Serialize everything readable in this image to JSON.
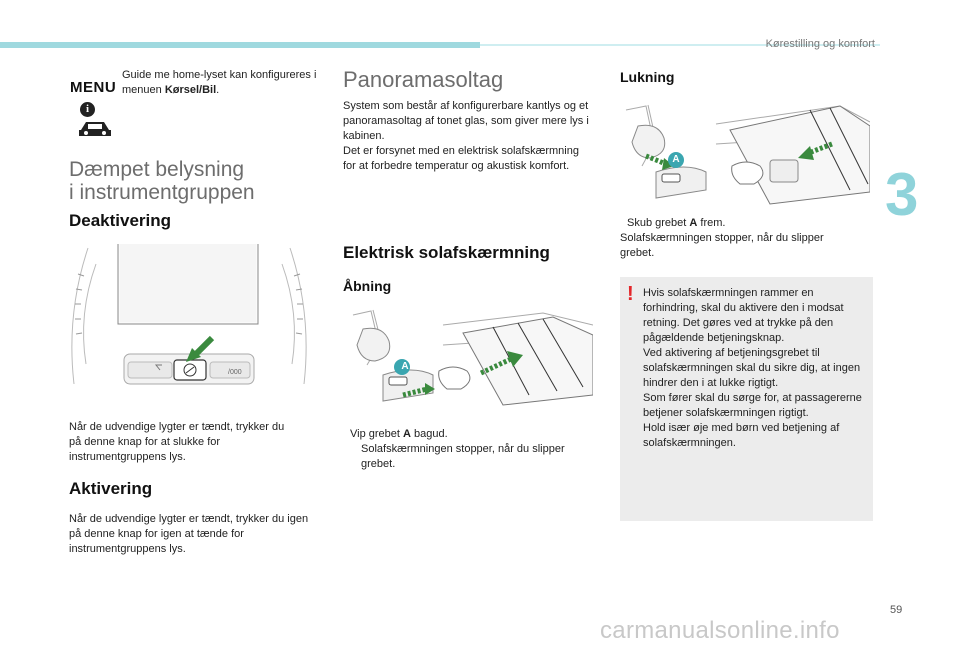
{
  "header": {
    "section_title": "Kørestilling og komfort",
    "chapter_number": "3",
    "page_number": "59",
    "watermark": "carmanualsonline.info"
  },
  "menu_note": {
    "menu_label": "MENU",
    "text_before": "Guide me home-lyset kan konfigureres i menuen ",
    "bold_path": "Kørsel/Bil",
    "text_after": ".",
    "info_glyph": "i"
  },
  "dimming": {
    "title_line1": "Dæmpet belysning",
    "title_line2": "i instrumentgruppen",
    "deactivation": {
      "heading": "Deaktivering",
      "text": "Når de udvendige lygter er tændt, trykker du på denne knap for at slukke for instrumentgruppens lys."
    },
    "activation": {
      "heading": "Aktivering",
      "text": "Når de udvendige lygter er tændt, trykker du igen på denne knap for igen at tænde for instrumentgruppens lys."
    },
    "figure": {
      "button_icon": "dimmer-button-icon",
      "arrow_color": "#3a8a3e"
    }
  },
  "panorama": {
    "title": "Panoramasoltag",
    "intro": "System som består af konfigurerbare kantlys og et panoramasoltag af tonet glas, som giver mere lys i kabinen.\nDet er forsynet med en elektrisk solafskærmning for at forbedre temperatur og akustisk komfort.",
    "blind_heading": "Elektrisk solafskærmning",
    "opening": {
      "heading": "Åbning",
      "bullet": "",
      "step_before": "Vip grebet ",
      "step_bold": "A",
      "step_after": " bagud.",
      "result": "Solafskærmningen stopper, når du slipper grebet.",
      "callout": "A"
    },
    "closing": {
      "heading": "Lukning",
      "bullet": "",
      "step_before": "Skub grebet ",
      "step_bold": "A",
      "step_after": " frem.",
      "result": "Solafskærmningen stopper, når du slipper grebet.",
      "callout": "A"
    }
  },
  "warning": {
    "icon": "!",
    "text": "Hvis solafskærmningen rammer en forhindring, skal du aktivere den i modsat retning. Det gøres ved at trykke på den pågældende betjeningsknap.\nVed aktivering af betjeningsgrebet til solafskærmningen skal du sikre dig, at ingen hindrer den i at lukke rigtigt.\nSom fører skal du sørge for, at passagererne betjener solafskærmningen rigtigt.\nHold især øje med børn ved betjening af solafskærmningen."
  },
  "colors": {
    "accent_bar": "#9fd9df",
    "chapter_number": "#8fd3da",
    "callout_teal": "#3aa6b0",
    "arrow_green": "#3a8a3e",
    "warning_red": "#e3262a",
    "warning_bg": "#ececec"
  }
}
